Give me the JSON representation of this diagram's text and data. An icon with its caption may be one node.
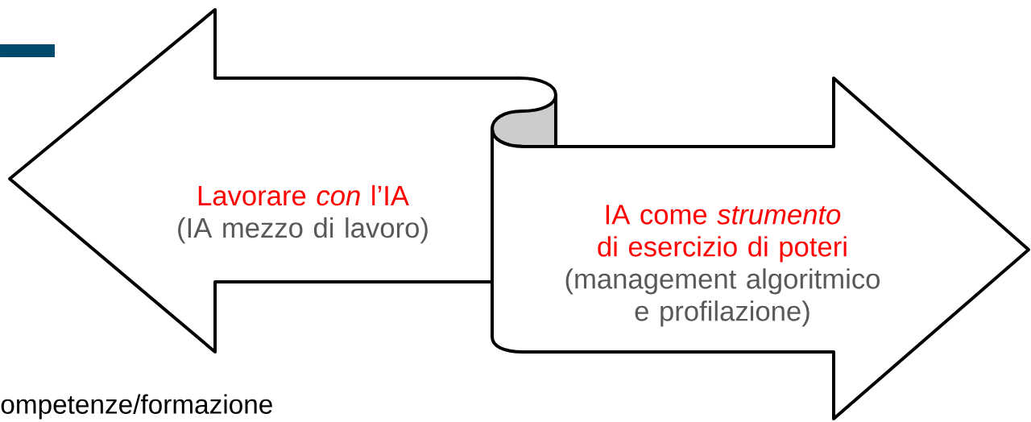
{
  "diagram": {
    "nodes": [
      {
        "text": [
          "Lavorare *con* l’IA",
          "(IA mezzo di lavoro)"
        ]
      },
      {
        "text": [
          "IA come *strumento* di esercizio di poteri",
          "(management algoritmico e profilazione)"
        ]
      }
    ],
    "labels": [
      "ompetenze/formazione"
    ]
  }
}
